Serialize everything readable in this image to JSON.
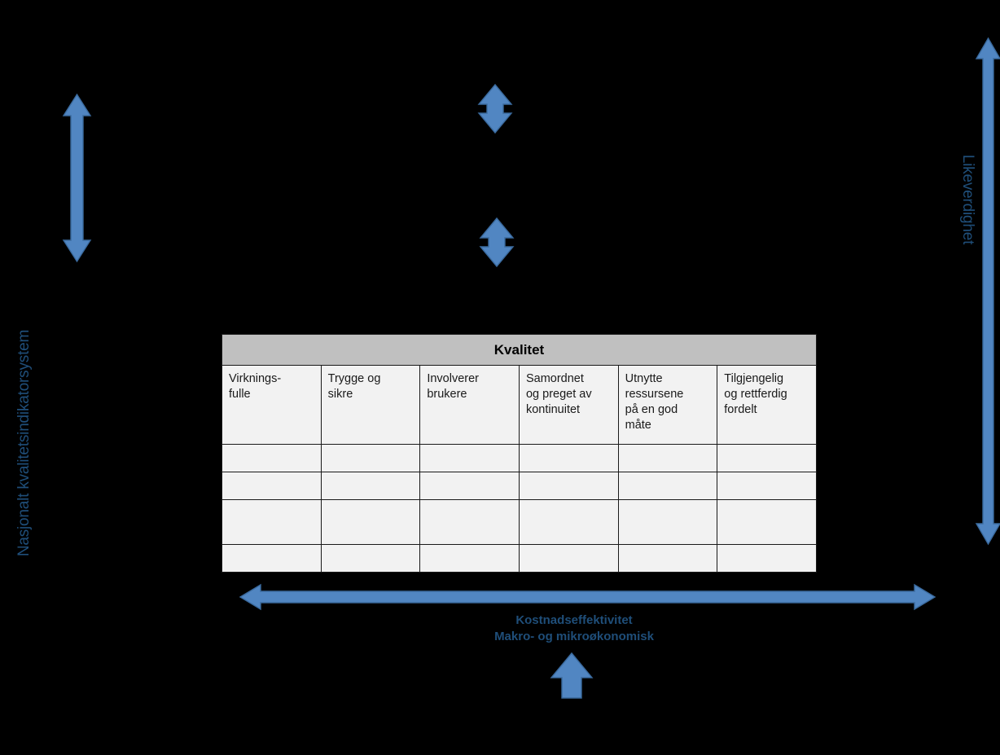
{
  "diagram": {
    "title": "Nasjonalt kvalitetsindikatorsystem",
    "background_color": "#000000",
    "accent_color": "#5186C2",
    "label_color": "#1F4E79"
  },
  "labels": {
    "left_vertical": "Nasjonalt kvalitetsindikatorsystem",
    "right_vertical": "Likeverdighet",
    "bottom_line1": "Kostnadseffektivitet",
    "bottom_line2": "Makro- og mikroøkonomisk"
  },
  "matrix": {
    "header": "Kvalitet",
    "header_bg": "#C0C0C0",
    "cell_bg": "#F2F2F2",
    "border_color": "#1A1A1A",
    "columns": [
      {
        "line1": "Virknings-",
        "line2": "fulle",
        "line3": "",
        "line4": ""
      },
      {
        "line1": "Trygge og",
        "line2": "sikre",
        "line3": "",
        "line4": ""
      },
      {
        "line1": "Involverer",
        "line2": "brukere",
        "line3": "",
        "line4": ""
      },
      {
        "line1": "Samordnet",
        "line2": "og preget av",
        "line3": "kontinuitet",
        "line4": ""
      },
      {
        "line1": "Utnytte",
        "line2": "ressursene",
        "line3": "på en god",
        "line4": "måte"
      },
      {
        "line1": "Tilgjengelig",
        "line2": "og rettferdig",
        "line3": "fordelt",
        "line4": ""
      }
    ],
    "body_rows": [
      {
        "height": "short",
        "cells": [
          "",
          "",
          "",
          "",
          "",
          ""
        ]
      },
      {
        "height": "short",
        "cells": [
          "",
          "",
          "",
          "",
          "",
          ""
        ]
      },
      {
        "height": "tall",
        "cells": [
          "",
          "",
          "",
          "",
          "",
          ""
        ]
      },
      {
        "height": "short",
        "cells": [
          "",
          "",
          "",
          "",
          "",
          ""
        ]
      }
    ]
  },
  "arrows": [
    {
      "name": "left-tall-double-arrow",
      "direction": "vertical-double",
      "color": "#5186C2"
    },
    {
      "name": "center-upper-double-arrow",
      "direction": "vertical-double",
      "color": "#5186C2"
    },
    {
      "name": "center-lower-double-arrow",
      "direction": "vertical-double",
      "color": "#5186C2"
    },
    {
      "name": "right-tall-double-arrow",
      "direction": "vertical-double",
      "color": "#5186C2"
    },
    {
      "name": "bottom-horizontal-double-arrow",
      "direction": "horizontal-double",
      "color": "#5186C2"
    },
    {
      "name": "bottom-up-arrow",
      "direction": "up",
      "color": "#5186C2"
    }
  ]
}
